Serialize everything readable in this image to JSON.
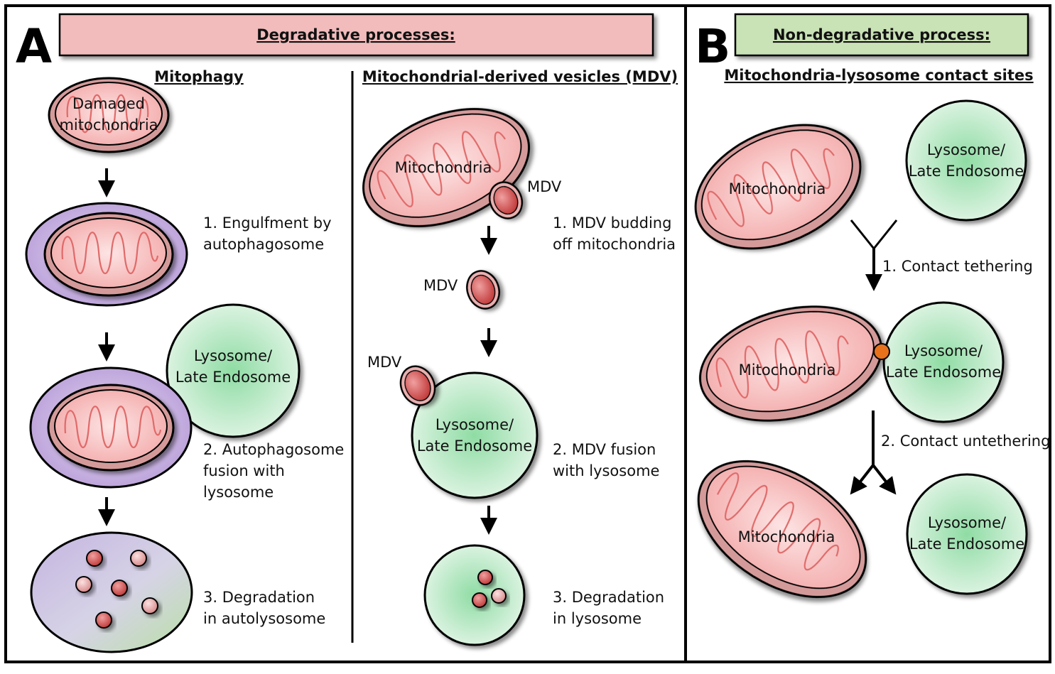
{
  "panel_a": {
    "letter": "A",
    "banner": "Degradative processes:",
    "color_banner": "#f2bcbc",
    "mitophagy": {
      "heading": "Mitophagy",
      "damaged_line1": "Damaged",
      "damaged_line2": "mitochondria",
      "step1_line1": "1. Engulfment by",
      "step1_line2": "autophagosome",
      "lyso_line1": "Lysosome/",
      "lyso_line2": "Late Endosome",
      "step2_line1": "2. Autophagosome",
      "step2_line2": "fusion with",
      "step2_line3": "lysosome",
      "step3_line1": "3. Degradation",
      "step3_line2": "in autolysosome"
    },
    "mdv": {
      "heading": "Mitochondrial-derived vesicles (MDV)",
      "mito_label": "Mitochondria",
      "mdv_label_1": "MDV",
      "step1_line1": "1. MDV budding",
      "step1_line2": "off mitochondria",
      "mdv_label_2": "MDV",
      "mdv_label_3": "MDV",
      "lyso_line1": "Lysosome/",
      "lyso_line2": "Late Endosome",
      "step2_line1": "2. MDV fusion",
      "step2_line2": "with lysosome",
      "step3_line1": "3. Degradation",
      "step3_line2": "in lysosome"
    }
  },
  "panel_b": {
    "letter": "B",
    "banner": "Non-degradative process:",
    "color_banner": "#c9e2b6",
    "heading": "Mitochondria-lysosome contact sites",
    "mito_label_1": "Mitochondria",
    "lyso1_line1": "Lysosome/",
    "lyso1_line2": "Late Endosome",
    "step1": "1. Contact tethering",
    "mito_label_2": "Mitochondria",
    "lyso2_line1": "Lysosome/",
    "lyso2_line2": "Late Endosome",
    "step2": "2. Contact untethering",
    "mito_label_3": "Mitochondria",
    "lyso3_line1": "Lysosome/",
    "lyso3_line2": "Late Endosome"
  },
  "colors": {
    "mito_fill": "#f6b4b4",
    "membrane": "#c98f8f",
    "lysosome_fill": "#a9e2b6",
    "autophagosome_fill": "#b79bd6",
    "vesicle": "#c84b4b",
    "tether": "#e8721c"
  },
  "icons": [
    "down-arrow-icon",
    "y-split-arrow-icon",
    "tether-dot-icon"
  ]
}
